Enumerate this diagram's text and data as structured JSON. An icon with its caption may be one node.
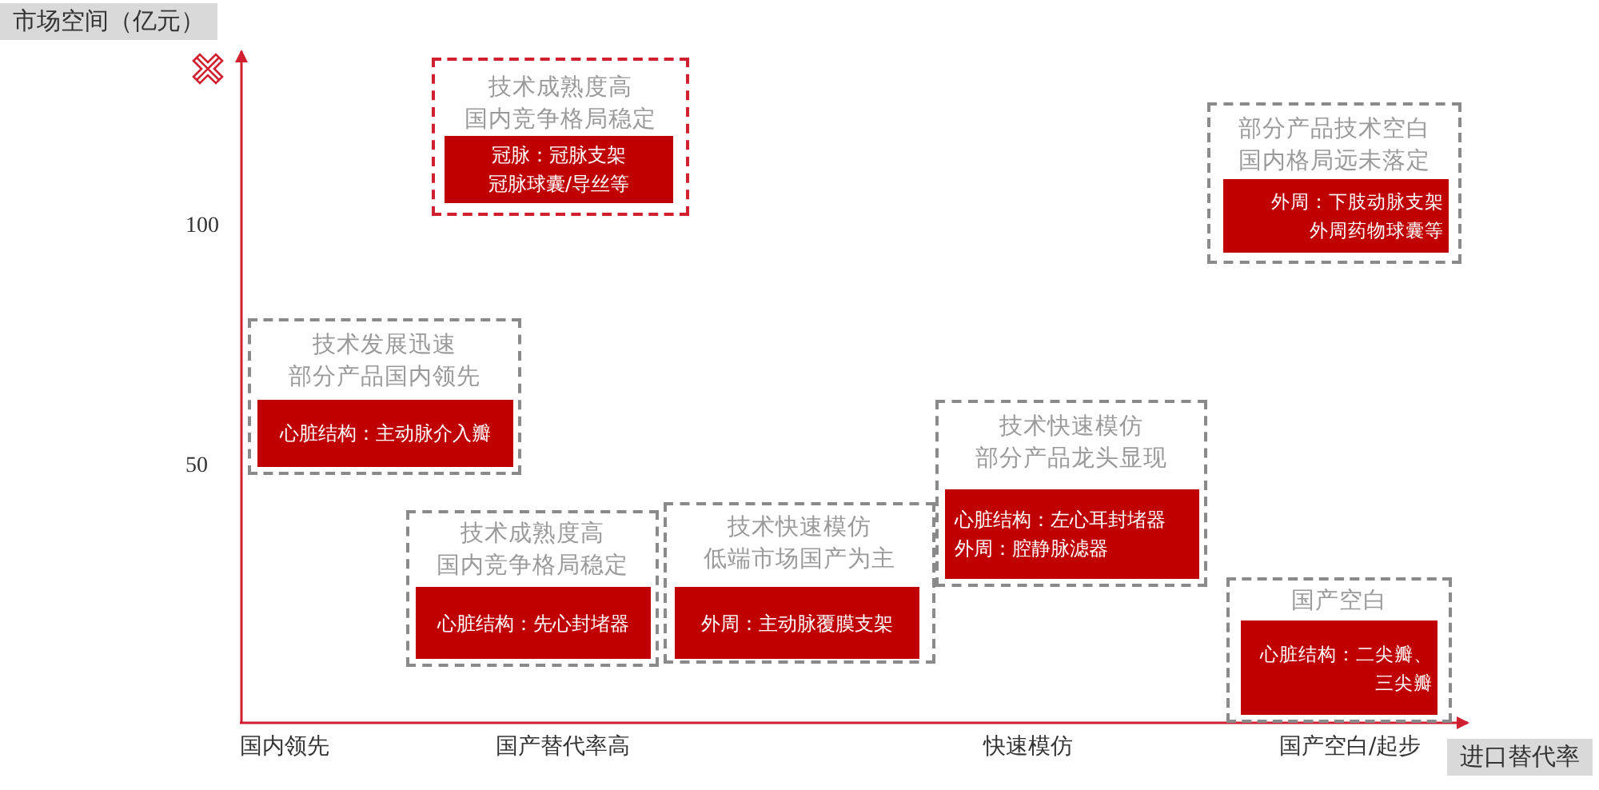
{
  "diagram": {
    "nodes": [
      {
        "text": [
          "技术成熟度高",
          "国内竞争格局稳定"
        ]
      },
      {
        "text": [
          "冠脉：冠脉支架",
          "冠脉球囊/导丝等"
        ],
        "in": 0
      },
      {
        "text": [
          "部分产品技术空白",
          "国内格局远未落定"
        ]
      },
      {
        "text": [
          "外周：下肢动脉支架",
          "外周药物球囊等"
        ],
        "in": 2
      },
      {
        "text": [
          "技术发展迅速",
          "部分产品国内领先"
        ]
      },
      {
        "text": [
          "心脏结构：主动脉介入瓣"
        ],
        "in": 4
      },
      {
        "text": [
          "技术快速模仿",
          "部分产品龙头显现"
        ]
      },
      {
        "text": [
          "心脏结构：左心耳封堵器",
          "外周：腔静脉滤器"
        ],
        "in": 6
      },
      {
        "text": [
          "技术成熟度高",
          "国内竞争格局稳定"
        ]
      },
      {
        "text": [
          "心脏结构：先心封堵器"
        ],
        "in": 8
      },
      {
        "text": [
          "技术快速模仿",
          "低端市场国产为主"
        ]
      },
      {
        "text": [
          "外周：主动脉覆膜支架"
        ],
        "in": 10
      },
      {
        "text": [
          "国产空白"
        ]
      },
      {
        "text": [
          "心脏结构：二尖瓣、三尖瓣"
        ],
        "in": 12
      }
    ],
    "edges": [],
    "labels": [
      "市场空间（亿元）",
      "100",
      "50",
      "国内领先",
      "国产替代率高",
      "快速模仿",
      "国产空白/起步",
      "进口替代率"
    ]
  }
}
